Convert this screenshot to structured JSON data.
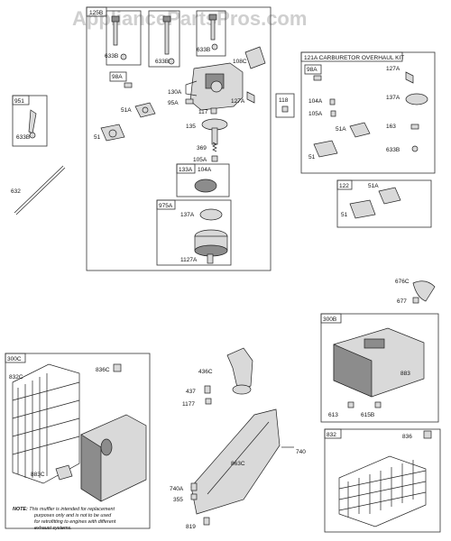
{
  "watermark": "AppliancePartsPros.com",
  "boxes": {
    "b125B": "125B",
    "b121A": "121A CARBURETOR OVERHAUL KIT",
    "b951": "951",
    "b118": "118",
    "b98A_main": "98A",
    "b98A_kit": "98A",
    "b133A": "133A",
    "b975A": "975A",
    "b122": "122",
    "b300B": "300B",
    "b300C": "300C",
    "b832": "832"
  },
  "labels": {
    "l633B_1": "633B",
    "l633B_2": "633B",
    "l633B_3": "633B",
    "l108C": "108C",
    "l633B_951": "633B",
    "l130A": "130A",
    "l95A": "95A",
    "l127A_main": "127A",
    "l51A_main": "51A",
    "l51_main": "51",
    "l117": "117",
    "l135": "135",
    "l369": "369",
    "l105A_main": "105A",
    "l104A_main": "104A",
    "l137A_main": "137A",
    "l1127A": "1127A",
    "l632": "632",
    "l127A_kit": "127A",
    "l104A_kit": "104A",
    "l105A_kit": "105A",
    "l137A_kit": "137A",
    "l51A_kit": "51A",
    "l163": "163",
    "l51_kit": "51",
    "l633B_kit": "633B",
    "l51A_122": "51A",
    "l51_122": "51",
    "l676C": "676C",
    "l677": "677",
    "l883": "883",
    "l613": "613",
    "l615B": "615B",
    "l836C": "836C",
    "l832C": "832C",
    "l883C": "883C",
    "l436C": "436C",
    "l437": "437",
    "l1177": "1177",
    "l863C": "863C",
    "l740": "740",
    "l740A": "740A",
    "l355": "355",
    "l819": "819",
    "l836": "836"
  },
  "note": {
    "bold": "NOTE:",
    "line1": " This muffler is intended for replacement",
    "line2": "purposes only and is not to be used",
    "line3": "for retrofitting to engines with different",
    "line4": "exhaust systems."
  }
}
